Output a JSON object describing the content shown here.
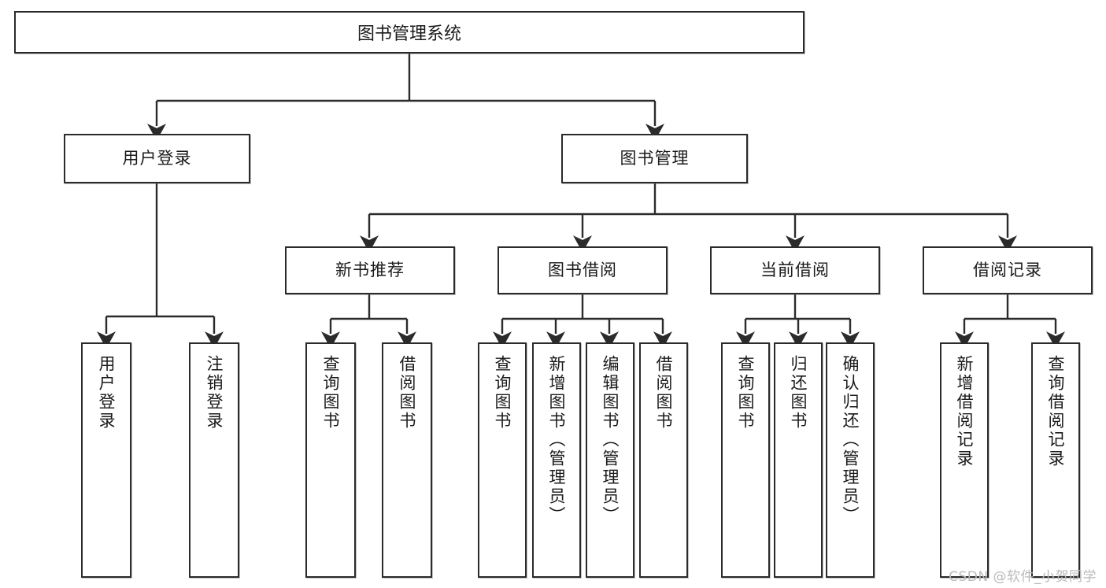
{
  "diagram": {
    "type": "tree-hierarchy",
    "title": "图书管理系统",
    "orientation": "top-down",
    "colors": {
      "box_border": "#2b2b2b",
      "box_fill": "#ffffff",
      "connector": "#2b2b2b",
      "text": "#1a1a1a",
      "watermark": "#b9b9b9",
      "background": "#ffffff"
    },
    "root": {
      "label": "图书管理系统"
    },
    "level1": [
      {
        "label": "用户登录"
      },
      {
        "label": "图书管理"
      }
    ],
    "level2": [
      {
        "label": "新书推荐"
      },
      {
        "label": "图书借阅"
      },
      {
        "label": "当前借阅"
      },
      {
        "label": "借阅记录"
      }
    ],
    "leaves": {
      "user_login": [
        {
          "label": "用户登录"
        },
        {
          "label": "注销登录"
        }
      ],
      "new_book_recommend": [
        {
          "label": "查询图书"
        },
        {
          "label": "借阅图书"
        }
      ],
      "book_borrow": [
        {
          "label": "查询图书"
        },
        {
          "label": "新增图书（管理员）"
        },
        {
          "label": "编辑图书（管理员）"
        },
        {
          "label": "借阅图书"
        }
      ],
      "current_borrow": [
        {
          "label": "查询图书"
        },
        {
          "label": "归还图书"
        },
        {
          "label": "确认归还（管理员）"
        }
      ],
      "borrow_record": [
        {
          "label": "新增借阅记录"
        },
        {
          "label": "查询借阅记录"
        }
      ]
    }
  },
  "watermark": {
    "text": "CSDN @软件_小贺同学"
  }
}
